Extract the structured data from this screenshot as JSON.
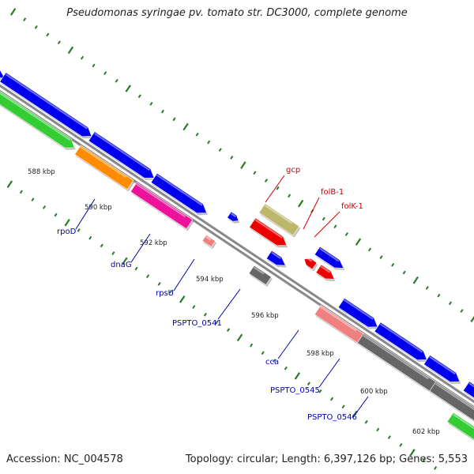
{
  "title": "Pseudomonas syringae pv. tomato str. DC3000, complete genome",
  "footer": {
    "accession": "Accession: NC_004578",
    "topology": "Topology: circular; Length: 6,397,126 bp; Genes: 5,553"
  },
  "colors": {
    "blue": "#0000ee",
    "green": "#33cc33",
    "orange": "#ff8c00",
    "magenta": "#ee1199",
    "pink": "#f08080",
    "khaki": "#bdb76b",
    "red": "#ee0000",
    "gray": "#666666",
    "slate": "#483d8b",
    "backbone": "#888888",
    "tick_green": "#2a7a2a",
    "label_red": "#cc0000",
    "label_blue": "#0000aa"
  },
  "kbp_ticks": [
    "588 kbp",
    "590 kbp",
    "592 kbp",
    "594 kbp",
    "596 kbp",
    "598 kbp",
    "600 kbp",
    "602 kbp"
  ],
  "gene_labels": [
    {
      "text": "gcp",
      "color": "red"
    },
    {
      "text": "folB-1",
      "color": "red"
    },
    {
      "text": "folK-1",
      "color": "red"
    },
    {
      "text": "rpoD",
      "color": "blue"
    },
    {
      "text": "dnaG",
      "color": "blue"
    },
    {
      "text": "rpsU",
      "color": "blue"
    },
    {
      "text": "PSPTO_0541",
      "color": "blue"
    },
    {
      "text": "cca",
      "color": "blue"
    },
    {
      "text": "PSPTO_0545",
      "color": "blue"
    },
    {
      "text": "PSPTO_0546",
      "color": "blue"
    }
  ]
}
